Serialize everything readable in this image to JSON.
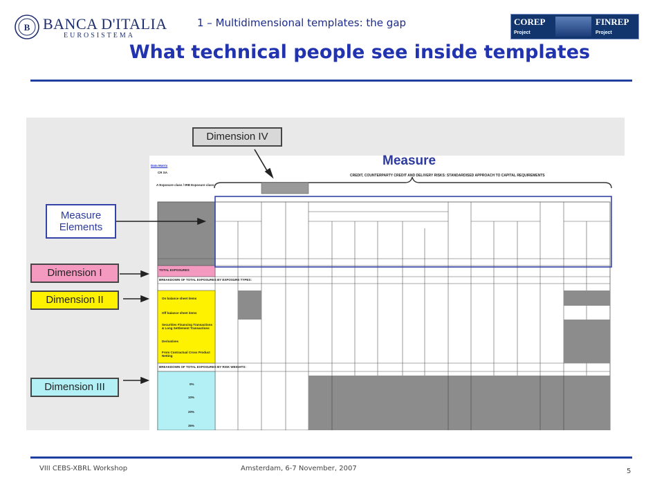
{
  "header": {
    "logo_name": "BANCA D'ITALIA",
    "logo_sub": "EUROSISTEMA",
    "section": "1 – Multidimensional templates: the gap",
    "title": "What technical people see inside templates",
    "banner": {
      "left": "COREP",
      "left_sub": "Project",
      "right": "FINREP",
      "right_sub": "Project"
    }
  },
  "figure": {
    "callouts": {
      "dim4": "Dimension IV",
      "measure": "Measure",
      "measure_elements": "Measure Elements",
      "dim1": "Dimension I",
      "dim2": "Dimension II",
      "dim3": "Dimension III"
    },
    "template": {
      "link": "Data Matrix",
      "sheet": "CR SA",
      "exposure_class": "A Exposure class / IRB Exposure class:",
      "heading": "CREDIT, COUNTERPARTY CREDIT AND DELIVERY RISKS: STANDARDISED APPROACH TO CAPITAL REQUIREMENTS",
      "rows": {
        "total": "TOTAL EXPOSURES",
        "breakdown_types": "BREAKDOWN OF TOTAL EXPOSURES BY EXPOSURE TYPES:",
        "on_balance": "On balance sheet items",
        "off_balance": "Off balance sheet items",
        "sft": "Securities Financing Transactions & Long Settlement Transactions",
        "derivatives": "Derivatives",
        "cross_product": "From Contractual Cross Product Netting",
        "breakdown_weights": "BREAKDOWN OF TOTAL EXPOSURES BY RISK WEIGHTS:",
        "w0": "0%",
        "w10": "10%",
        "w20": "20%",
        "w35": "35%"
      }
    },
    "colors": {
      "dim1": "#f49ac1",
      "dim2": "#fff200",
      "dim3": "#b3f0f5",
      "measure_border": "#3344a8",
      "grey": "#8c8c8c"
    }
  },
  "footer": {
    "left": "VIII CEBS-XBRL Workshop",
    "middle": "Amsterdam, 6-7 November, 2007",
    "page": "5"
  }
}
